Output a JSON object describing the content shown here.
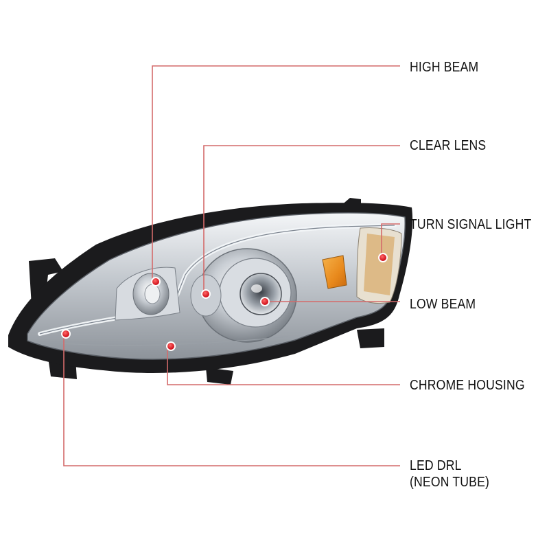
{
  "callouts": [
    {
      "id": "high-beam",
      "lines": [
        "HIGH BEAM"
      ]
    },
    {
      "id": "clear-lens",
      "lines": [
        "CLEAR LENS"
      ]
    },
    {
      "id": "turn-signal-light",
      "lines": [
        "TURN SIGNAL LIGHT"
      ]
    },
    {
      "id": "low-beam",
      "lines": [
        "LOW BEAM"
      ]
    },
    {
      "id": "chrome-housing",
      "lines": [
        "CHROME HOUSING"
      ]
    },
    {
      "id": "led-drl",
      "lines": [
        "LED DRL",
        "(NEON TUBE)"
      ]
    }
  ],
  "colors": {
    "leader_line": "#d46a6a",
    "marker": "#e8141e",
    "label_text": "#111111",
    "housing_black": "#1b1b1d",
    "chrome": "#c9ced4",
    "amber": "#e8891c"
  }
}
